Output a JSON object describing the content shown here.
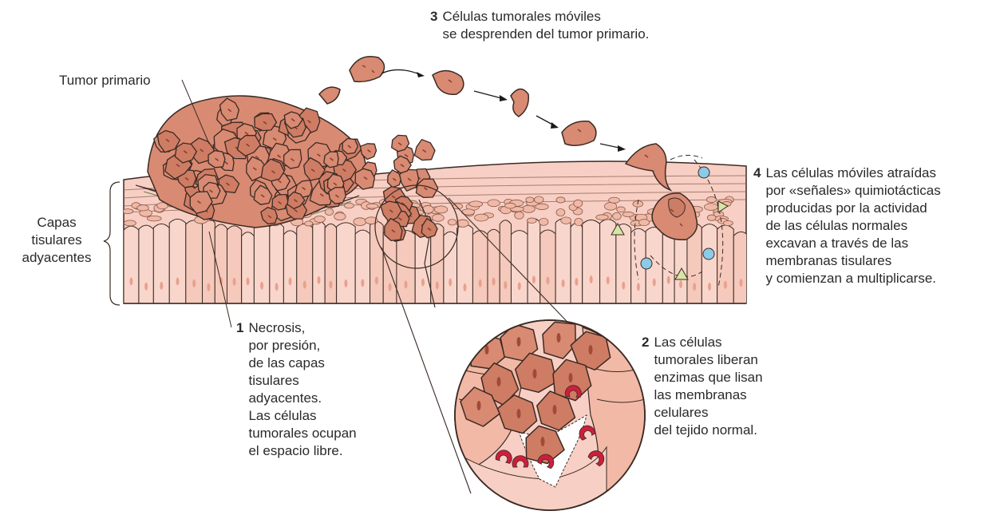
{
  "labels": {
    "tumor": "Tumor primario",
    "capas": [
      "Capas",
      "tisulares",
      "adyacentes"
    ],
    "step1": {
      "number": "1",
      "lines": [
        "Necrosis,",
        "por presión,",
        "de las capas",
        "tisulares",
        "adyacentes.",
        "Las células",
        "tumorales ocupan",
        "el espacio libre."
      ]
    },
    "step2": {
      "number": "2",
      "lines": [
        "Las células",
        "tumorales liberan",
        "enzimas que lisan",
        "las membranas",
        "celulares",
        "del tejido normal."
      ]
    },
    "step3": {
      "number": "3",
      "lines": [
        "Células tumorales móviles",
        "se desprenden del tumor primario."
      ]
    },
    "step4": {
      "number": "4",
      "lines": [
        "Las células móviles atraídas",
        "por «señales» quimiotácticas",
        "producidas por la actividad",
        "de las células normales",
        "excavan a través de las",
        "membranas tisulares",
        "y comienzan a multiplicarse."
      ]
    }
  },
  "colors": {
    "tumor_fill": "#d98a72",
    "tumor_stroke": "#3a2a24",
    "tissue_fill": "#f7cfc4",
    "tissue_layer": "#f0b8a6",
    "cell_column": "#f9d6cc",
    "nucleus": "#e9a08e",
    "green_layer": "#b8c4a0",
    "signal_circle": "#8ccbe8",
    "signal_triangle": "#d7e6a6",
    "enzyme": "#cc1f3c"
  }
}
